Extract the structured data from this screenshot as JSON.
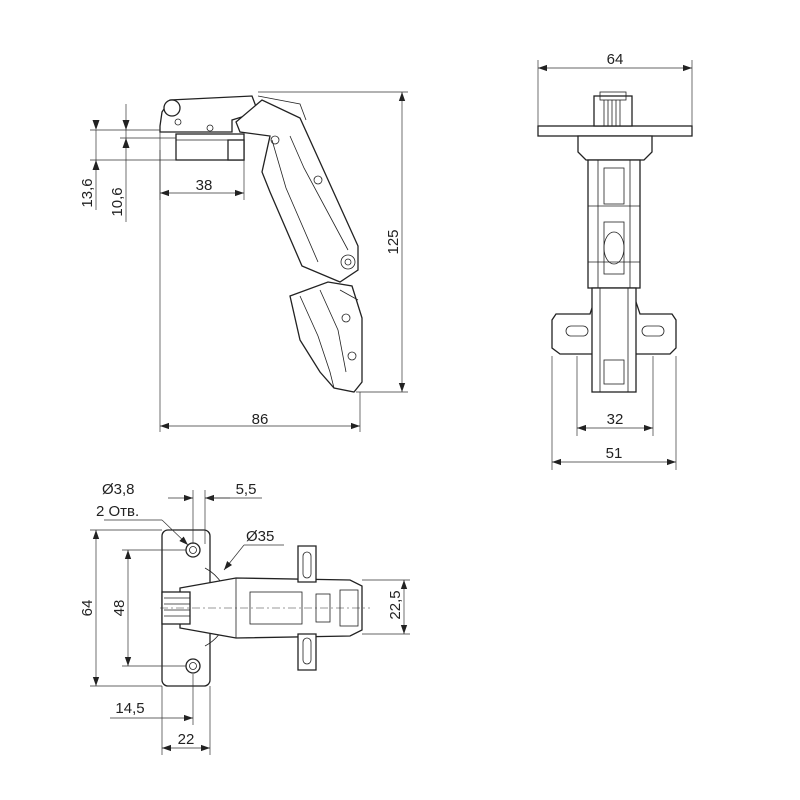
{
  "side_view": {
    "dim_13_6": "13,6",
    "dim_10_6": "10,6",
    "dim_38": "38",
    "dim_86": "86",
    "dim_125": "125"
  },
  "front_view": {
    "dim_64": "64",
    "dim_32": "32",
    "dim_51": "51"
  },
  "plan_view": {
    "hole_diameter": "Ø3,8",
    "hole_count": "2 Отв.",
    "dim_5_5": "5,5",
    "cup_diameter": "Ø35",
    "dim_64": "64",
    "dim_48": "48",
    "dim_22_5": "22,5",
    "dim_14_5": "14,5",
    "dim_22": "22"
  }
}
